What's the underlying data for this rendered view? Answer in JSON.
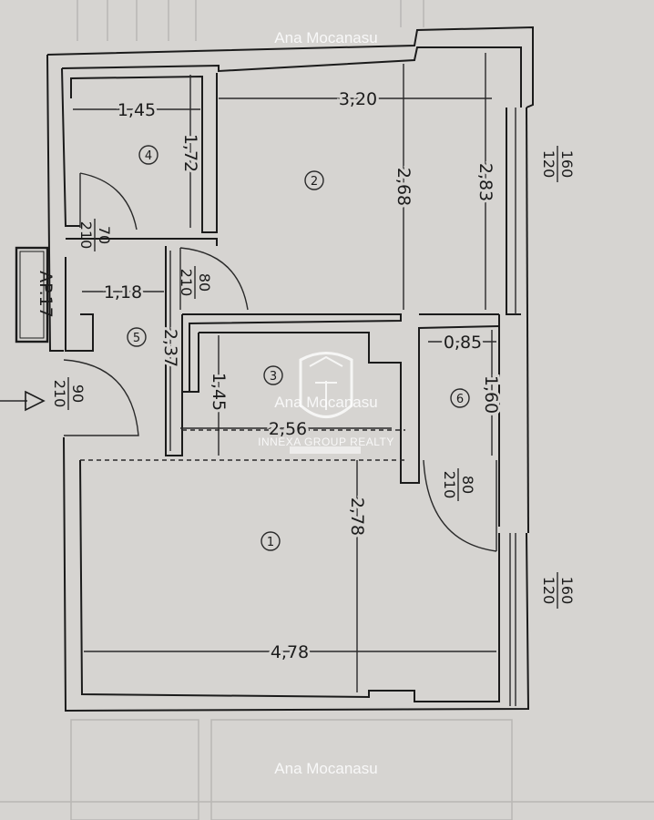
{
  "watermark": {
    "top": "Ana Mocanasu",
    "center": "Ana Mocanasu",
    "bottom": "Ana Mocanasu",
    "brand": "INNEXA GROUP REALTY"
  },
  "apartment_label": "AP.17",
  "rooms": [
    "1",
    "2",
    "3",
    "4",
    "5",
    "6"
  ],
  "dimensions": {
    "r4_width": "1,45",
    "r4_height": "1,72",
    "r2_width": "3,20",
    "r2_height_a": "2,68",
    "r2_height_b": "2,83",
    "r5_width": "1,18",
    "r5_height": "2,37",
    "r3_height": "1,45",
    "r3_width": "2,56",
    "r6_width": "0,85",
    "r6_height": "1,60",
    "r1_height": "2,78",
    "r1_width": "4,78"
  },
  "doors": {
    "d_r4": {
      "w": "70",
      "h": "210"
    },
    "d_r2": {
      "w": "80",
      "h": "210"
    },
    "d_entry": {
      "w": "90",
      "h": "210"
    },
    "d_r6": {
      "w": "80",
      "h": "210"
    }
  },
  "windows": {
    "upper": {
      "w": "160",
      "h": "120"
    },
    "lower": {
      "w": "160",
      "h": "120"
    }
  },
  "colors": {
    "paper": "#d6d4d1",
    "ink": "#1c1c1c",
    "watermark": "#ffffff"
  }
}
